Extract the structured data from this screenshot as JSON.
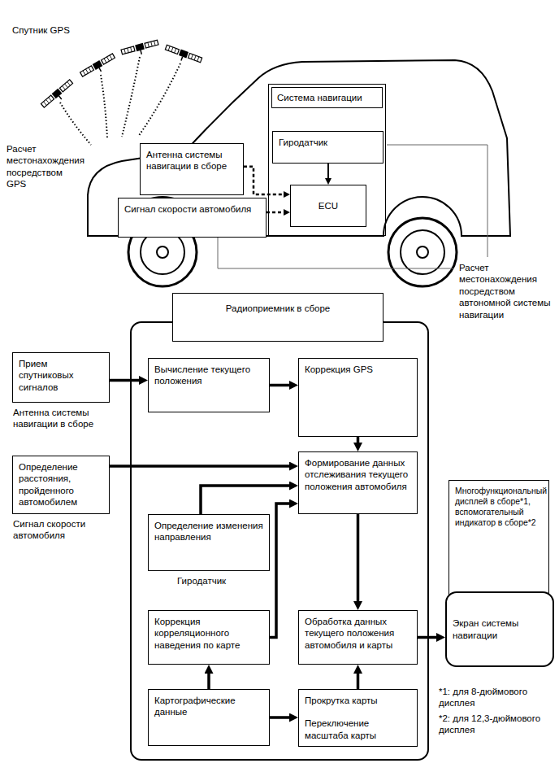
{
  "diagram": {
    "nodes": [
      {
        "text": [
          "Система навигации"
        ]
      },
      {
        "text": [
          "Гиродатчик"
        ],
        "in": 0
      },
      {
        "text": [
          "ECU"
        ],
        "in": 0
      },
      {
        "text": [
          "Антенна системы навигации в сборе"
        ]
      },
      {
        "text": [
          "Сигнал скорости автомобиля"
        ]
      },
      {
        "text": [
          "Радиоприемник в сборе"
        ]
      },
      {
        "text": [
          "Прием спутниковых сигналов",
          "Антенна системы навигации в сборе"
        ]
      },
      {
        "text": [
          "Вычисление текущего положения"
        ],
        "in": 5
      },
      {
        "text": [
          "Коррекция GPS"
        ],
        "in": 5
      },
      {
        "text": [
          "Определение расстояния, пройденного автомобилем",
          "Сигнал скорости автомобиля"
        ]
      },
      {
        "text": [
          "Формирование данных отслеживания текущего положения автомобиля"
        ],
        "in": 5
      },
      {
        "text": [
          "Определение изменения направления",
          "Гиродатчик"
        ],
        "in": 5
      },
      {
        "text": [
          "Коррекция корреляционного наведения по карте"
        ],
        "in": 5
      },
      {
        "text": [
          "Обработка данных текущего положения автомобиля и карты"
        ],
        "in": 5
      },
      {
        "text": [
          "Картографические данные"
        ],
        "in": 5
      },
      {
        "text": [
          "Прокрутка карты",
          "Переключение масштаба карты"
        ],
        "in": 5
      },
      {
        "text": [
          "Многофункциональный дисплей в сборе*1, вспомогательный индикатор в сборе*2"
        ]
      },
      {
        "text": [
          "Экран системы навигации"
        ]
      }
    ],
    "edges": [
      {
        "from": 3,
        "to": 2,
        "arrow": "to"
      },
      {
        "from": 4,
        "to": 2,
        "arrow": "to"
      },
      {
        "from": 1,
        "to": 2,
        "arrow": "to"
      },
      {
        "from": 6,
        "to": 7,
        "arrow": "to"
      },
      {
        "from": 7,
        "to": 8,
        "arrow": "to"
      },
      {
        "from": 8,
        "to": 10,
        "arrow": "to"
      },
      {
        "from": 9,
        "to": 10,
        "arrow": "to"
      },
      {
        "from": 11,
        "to": 10,
        "arrow": "to"
      },
      {
        "from": 12,
        "to": 10,
        "arrow": "to"
      },
      {
        "from": 10,
        "to": 13,
        "arrow": "to"
      },
      {
        "from": 14,
        "to": 12,
        "arrow": "to"
      },
      {
        "from": 14,
        "to": 15,
        "arrow": "to"
      },
      {
        "from": 15,
        "to": 13,
        "arrow": "to"
      },
      {
        "from": 13,
        "to": 17,
        "arrow": "to"
      }
    ],
    "labels": [
      "Спутник GPS",
      "Расчет местонахождения посредством GPS",
      "Расчет местонахождения посредством автономной системы навигации",
      "*1: для 8-дюймового дисплея",
      "*2: для 12,3-дюймового дисплея"
    ]
  }
}
